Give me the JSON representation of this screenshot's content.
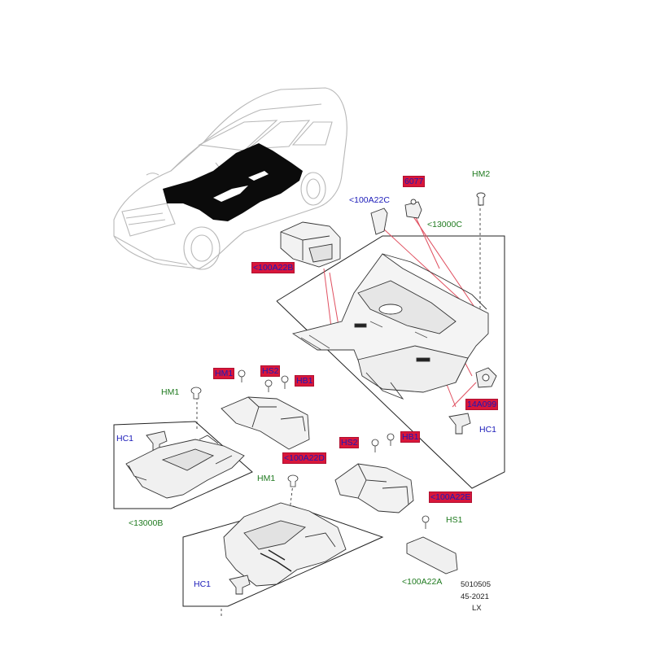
{
  "labels": {
    "l_6077": "6077",
    "l_hm2": "HM2",
    "l_100a22c": "<100A22C",
    "l_13000c": "<13000C",
    "l_100a22b": "<100A22B",
    "l_14a099": "14A099",
    "l_hc1_right": "HC1",
    "l_hm1_top": "HM1",
    "l_hs2_top": "HS2",
    "l_hb1_top": "HB1",
    "l_hm1_left": "HM1",
    "l_hc1_left": "HC1",
    "l_100a22d": "<100A22D",
    "l_13000b": "<13000B",
    "l_hs2_mid": "HS2",
    "l_hb1_mid": "HB1",
    "l_hm1_bottom": "HM1",
    "l_100a22e": "<100A22E",
    "l_hs1": "HS1",
    "l_100a22a": "<100A22A",
    "l_hc1_bottom": "HC1"
  },
  "footer": {
    "line1": "5010505",
    "line2": "45-2021",
    "line3": "LX"
  },
  "colors": {
    "highlight_fill": "#d9163a",
    "callout_blue": "#1a1ab8",
    "callout_green": "#1f7a1f",
    "leader_red": "#e05060"
  }
}
